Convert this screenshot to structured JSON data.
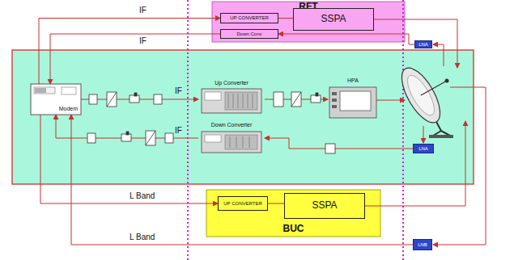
{
  "diagram": {
    "nodes": [
      {
        "text": [
          "RFT"
        ]
      },
      {
        "text": [
          "UP CONVERTER"
        ],
        "in": 0
      },
      {
        "text": [
          "SSPA"
        ],
        "in": 0
      },
      {
        "text": [
          "Down Conv"
        ],
        "in": 0
      },
      {
        "text": [
          "LNA"
        ]
      },
      {
        "text": [
          "Modem"
        ]
      },
      {
        "text": [
          "Up Converter"
        ]
      },
      {
        "text": [
          "HPA"
        ]
      },
      {
        "text": [
          "Down Converter"
        ]
      },
      {
        "text": [
          "LNA"
        ]
      },
      {
        "text": [
          "BUC"
        ]
      },
      {
        "text": [
          "UP CONVERTER"
        ],
        "in": 10
      },
      {
        "text": [
          "SSPA"
        ],
        "in": 10
      },
      {
        "text": [
          "LNB"
        ]
      }
    ],
    "edges": [
      {
        "from": 1,
        "to": 2,
        "arrow": "none"
      },
      {
        "from": 5,
        "to": 1,
        "arrow": "to"
      },
      {
        "from": 3,
        "to": 5,
        "arrow": "to"
      },
      {
        "from": 4,
        "to": 3,
        "arrow": "to"
      },
      {
        "from": 5,
        "to": 6,
        "arrow": "to"
      },
      {
        "from": 6,
        "to": 7,
        "arrow": "to"
      },
      {
        "from": 9,
        "to": 8,
        "arrow": "to"
      },
      {
        "from": 8,
        "to": 5,
        "arrow": "to"
      },
      {
        "from": 5,
        "to": 11,
        "arrow": "to"
      },
      {
        "from": 11,
        "to": 12,
        "arrow": "none"
      },
      {
        "from": 13,
        "to": 5,
        "arrow": "to"
      }
    ],
    "labels": [
      "IF",
      "IF",
      "IF",
      "IF",
      "L Band",
      "L Band"
    ]
  }
}
